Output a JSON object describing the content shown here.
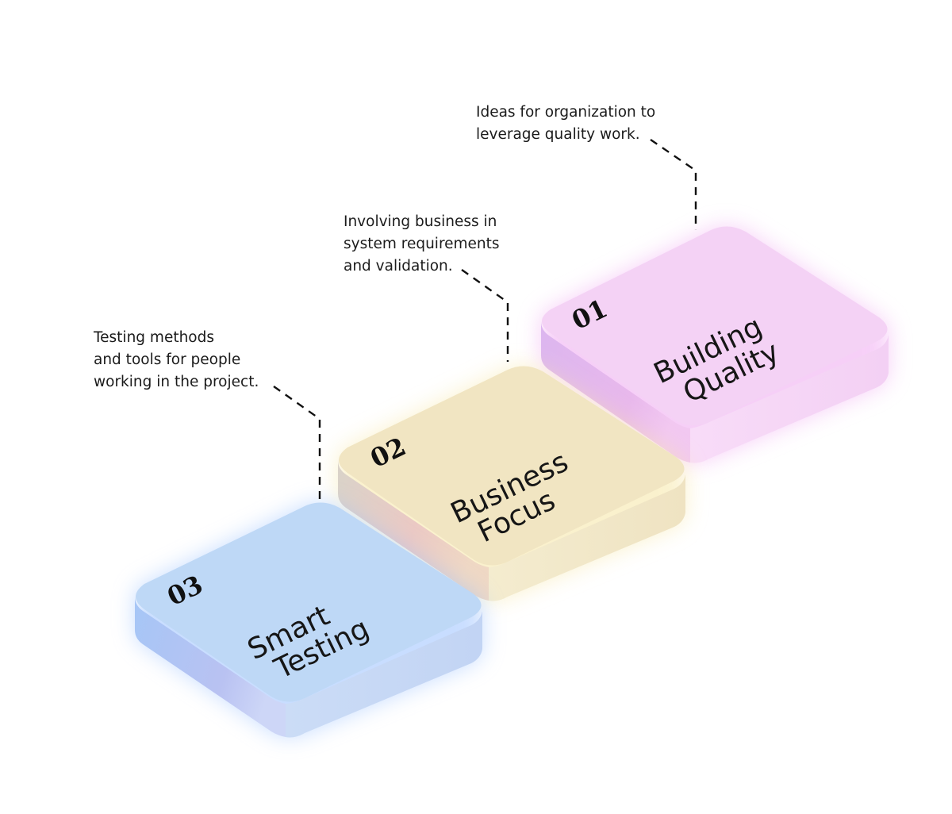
{
  "blocks": [
    {
      "id": "01",
      "number": "01",
      "title_lines": [
        "Building",
        "Quality"
      ],
      "description_lines": [
        "Ideas for organization to",
        "leverage quality work."
      ],
      "colors": {
        "top": "#f4d2f5",
        "side_left": "#e6b4ee",
        "side_right": "#f8dcf8",
        "glow": "#f0a8f2"
      }
    },
    {
      "id": "02",
      "number": "02",
      "title_lines": [
        "Business",
        "Focus"
      ],
      "description_lines": [
        "Involving business in",
        "system requirements",
        "and validation."
      ],
      "colors": {
        "top": "#f1e5c2",
        "side_left": "#e5cfc8",
        "side_right": "#f4ebcd",
        "glow": "#f7e7a6"
      }
    },
    {
      "id": "03",
      "number": "03",
      "title_lines": [
        "Smart",
        "Testing"
      ],
      "description_lines": [
        "Testing methods",
        "and tools for people",
        "working in the project."
      ],
      "colors": {
        "top": "#bed8f6",
        "side_left": "#a9c8f4",
        "side_right": "#c7dcf6",
        "glow": "#9cc2ff"
      }
    }
  ]
}
